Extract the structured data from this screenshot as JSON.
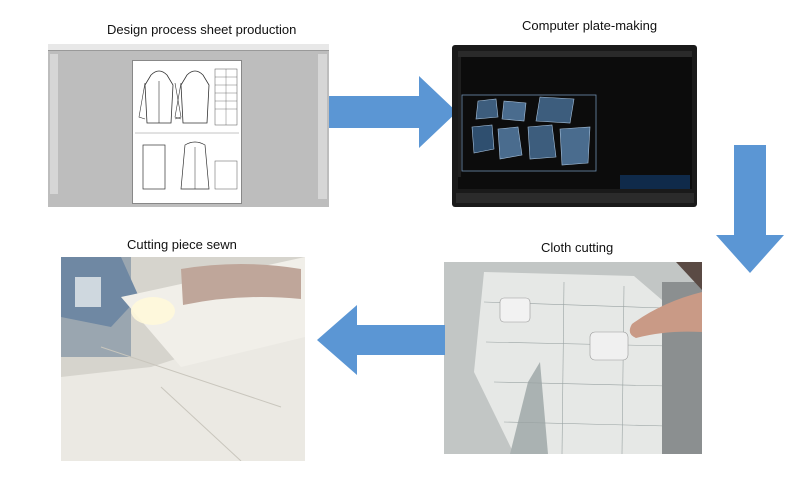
{
  "steps": {
    "design": "Design process sheet production",
    "plate": "Computer plate-making",
    "cutting": "Cloth cutting",
    "sewn": "Cutting piece sewn"
  },
  "colors": {
    "arrow": "#5b96d4"
  },
  "icons": [
    "arrow-right-icon",
    "arrow-down-icon",
    "arrow-left-icon"
  ]
}
